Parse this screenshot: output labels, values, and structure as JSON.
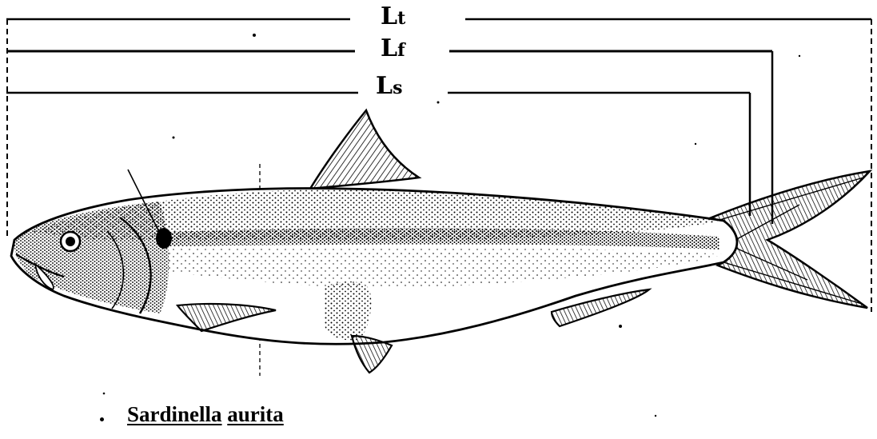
{
  "measurements": {
    "total_length": {
      "main": "L",
      "sub": "t"
    },
    "fork_length": {
      "main": "L",
      "sub": "f"
    },
    "standard_length": {
      "main": "L",
      "sub": "s"
    }
  },
  "caption": {
    "genus": "Sardinella",
    "species": "aurita"
  }
}
